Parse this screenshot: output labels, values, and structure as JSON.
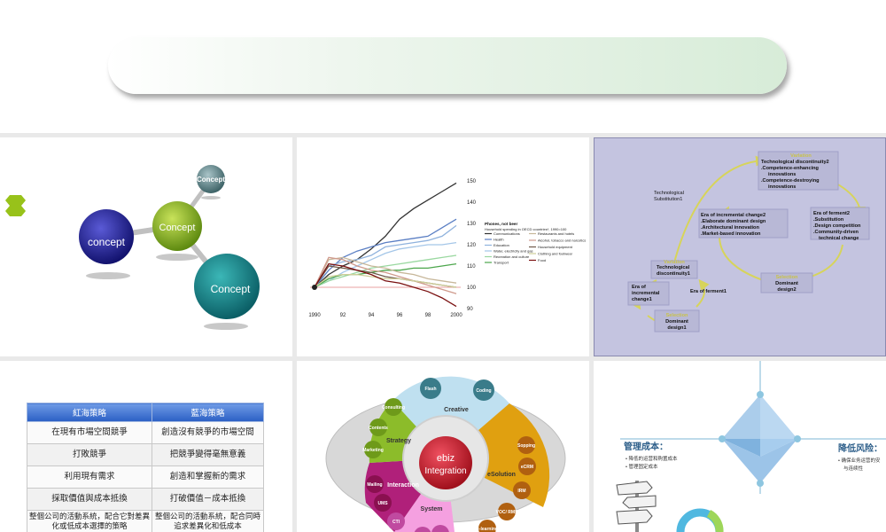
{
  "slide1": {
    "concept_small": "Concept",
    "concept_left": "concept",
    "concept_mid": "Concept",
    "concept_big": "Concept"
  },
  "slide2": {
    "chart_data": {
      "type": "line",
      "x": [
        1990,
        1991,
        1992,
        1993,
        1994,
        1995,
        1996,
        1997,
        1998,
        1999,
        2000
      ],
      "xticks": [
        "1990",
        "92",
        "94",
        "96",
        "98",
        "2000"
      ],
      "yticks": [
        "90",
        "100",
        "110",
        "120",
        "130",
        "140",
        "150"
      ],
      "ylim": [
        90,
        150
      ],
      "title": "Phones, not beer",
      "subtitle": "Household spending in OECD countries*, 1990=100",
      "legend_left": [
        "Communications",
        "Health",
        "Education",
        "Water, electricity and gas",
        "Recreation and culture",
        "Transport"
      ],
      "legend_right": [
        "Restaurants and hotels",
        "Alcohol, tobacco and narcotics",
        "Household equipment",
        "Clothing and footwear",
        "Food"
      ],
      "series": [
        {
          "name": "Communications",
          "color": "#333333",
          "values": [
            100,
            106,
            110,
            113,
            118,
            124,
            132,
            137,
            141,
            145,
            149
          ]
        },
        {
          "name": "Health",
          "color": "#5b7fc4",
          "values": [
            100,
            108,
            114,
            117,
            119,
            121,
            122,
            123,
            124,
            128,
            132
          ]
        },
        {
          "name": "Education",
          "color": "#8fb2dd",
          "values": [
            100,
            110,
            112,
            113,
            115,
            119,
            120,
            121,
            122,
            124,
            129
          ]
        },
        {
          "name": "Water, electricity and gas",
          "color": "#a4c6e8",
          "values": [
            100,
            103,
            107,
            110,
            113,
            116,
            118,
            119,
            120,
            120,
            121
          ]
        },
        {
          "name": "Recreation and culture",
          "color": "#9ad8a0",
          "values": [
            100,
            103,
            105,
            107,
            109,
            110,
            111,
            112,
            113,
            114,
            115
          ]
        },
        {
          "name": "Transport",
          "color": "#4ca64c",
          "values": [
            100,
            104,
            106,
            106,
            107,
            108,
            108,
            109,
            109,
            110,
            111
          ]
        },
        {
          "name": "Restaurants and hotels",
          "color": "#c7b79a",
          "values": [
            100,
            113,
            114,
            112,
            110,
            109,
            107,
            106,
            104,
            103,
            102
          ]
        },
        {
          "name": "Alcohol, tobacco and narcotics",
          "color": "#cf9a8c",
          "values": [
            100,
            114,
            113,
            110,
            108,
            107,
            105,
            103,
            101,
            99,
            97
          ]
        },
        {
          "name": "Household equipment",
          "color": "#6f5a4a",
          "values": [
            100,
            110,
            109,
            108,
            107,
            105,
            104,
            103,
            102,
            101,
            100
          ]
        },
        {
          "name": "Clothing and footwear",
          "color": "#cfcf9a",
          "values": [
            100,
            105,
            106,
            106,
            105,
            104,
            104,
            103,
            102,
            101,
            100
          ]
        },
        {
          "name": "Food",
          "color": "#7a1010",
          "values": [
            100,
            111,
            110,
            108,
            106,
            103,
            102,
            100,
            98,
            95,
            91
          ]
        }
      ]
    }
  },
  "slide3": {
    "tech_sub": [
      "Technological",
      "Substitution1"
    ],
    "variation_top": "Varlation",
    "top_lines": [
      "Technological discontinuity2",
      ".Competence-enhancing",
      "innovations",
      ".Competence-destroying",
      "innovations"
    ],
    "era_inc2": [
      "Era of incremental change2",
      ".Elaborate dominant design",
      ".Architectural innovation",
      ".Market-based innovation"
    ],
    "era_ferment2": [
      "Era of ferment2",
      ".Substitution",
      ".Design competition",
      ".Community-driven",
      "technical change"
    ],
    "variation_left": "Varlation",
    "tech_disc1": [
      "Technological",
      "discontinuity1"
    ],
    "selection_right": "Selection",
    "dominant2": [
      "Dominant",
      "design2"
    ],
    "era_inc1": [
      "Era of",
      "incremental",
      "change1"
    ],
    "era_ferment1": "Era of ferment1",
    "selection_bottom": "Selection",
    "dominant1": [
      "Dominant",
      "design1"
    ]
  },
  "slide4": {
    "headers": [
      "紅海策略",
      "藍海策略"
    ],
    "rows": [
      [
        "在現有市場空間競爭",
        "創造沒有競爭的市場空間"
      ],
      [
        "打敗競爭",
        "把競爭變得毫無意義"
      ],
      [
        "利用現有需求",
        "創造和掌握新的需求"
      ],
      [
        "採取價值與成本抵換",
        "打破價值－成本抵換"
      ],
      [
        "整個公司的活動系統，配合它對差異化或低成本選擇的策略",
        "整個公司的活動系統，配合同時追求差異化和低成本"
      ]
    ]
  },
  "slide5": {
    "center": [
      "ebiz",
      "Integration"
    ],
    "ring_labels": {
      "creative": "Creative",
      "strategy": "Strategy",
      "interaction": "Interaction",
      "system": "System",
      "esolution": "eSolution"
    },
    "bubbles": [
      "Flash",
      "Coding",
      "Consulting",
      "Contents",
      "Marketing",
      "Mailing",
      "UMS",
      "CTI",
      "Sopping",
      "eCRM",
      "IRM",
      "VOC/ RMS",
      "e-learning"
    ]
  },
  "slide6": {
    "left_title": "管理成本：",
    "left_items": [
      "降低的运营和购置成本",
      "管理固定成本"
    ],
    "right_title": "降低风险：",
    "right_items": [
      "确保业务运营的安",
      "与连续性"
    ]
  }
}
